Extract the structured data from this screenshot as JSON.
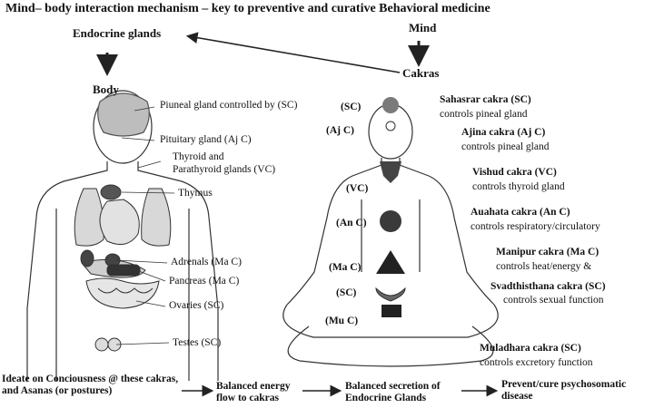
{
  "title": "Mind– body interaction mechanism – key to preventive and curative Behavioral medicine",
  "headers": {
    "endocrine": "Endocrine glands",
    "mind": "Mind",
    "body": "Body",
    "cakras": "Cakras"
  },
  "body_labels": [
    "Piuneal gland controlled by (SC)",
    "Pituitary gland (Aj C)",
    "Thyroid and",
    "Parathyroid glands (VC)",
    "Thymus",
    "Adrenals (Ma C)",
    "Pancreas (Ma C)",
    "Ovaries (SC)",
    "Testes (SC)"
  ],
  "chakra_tags": [
    "(SC)",
    "(Aj C)",
    "(VC)",
    "(An C)",
    "(Ma C)",
    "(SC)",
    "(Mu C)"
  ],
  "chakra_descriptions": [
    {
      "name": "Sahasrar cakra (SC)",
      "desc": "controls pineal gland"
    },
    {
      "name": "Ajina cakra (Aj C)",
      "desc": "controls pineal gland"
    },
    {
      "name": "Vishud cakra (VC)",
      "desc": "controls thyroid gland"
    },
    {
      "name": "Auahata cakra (An C)",
      "desc": "controls respiratory/circulatory"
    },
    {
      "name": "Manipur cakra (Ma C)",
      "desc": "controls heat/energy &"
    },
    {
      "name": "Svadthisthana cakra (SC)",
      "desc": "controls sexual function"
    },
    {
      "name": "Muladhara cakra (SC)",
      "desc": "controls excretory function"
    }
  ],
  "flow": [
    "Ideate on Conciousness @ these cakras, and Asanas (or postures)",
    "Balanced energy flow to cakras",
    "Balanced secretion of Endocrine Glands",
    "Prevent/cure psychosomatic disease"
  ],
  "colors": {
    "ink": "#111111",
    "organ_dark": "#2a2a2a",
    "organ_mid": "#555555"
  }
}
